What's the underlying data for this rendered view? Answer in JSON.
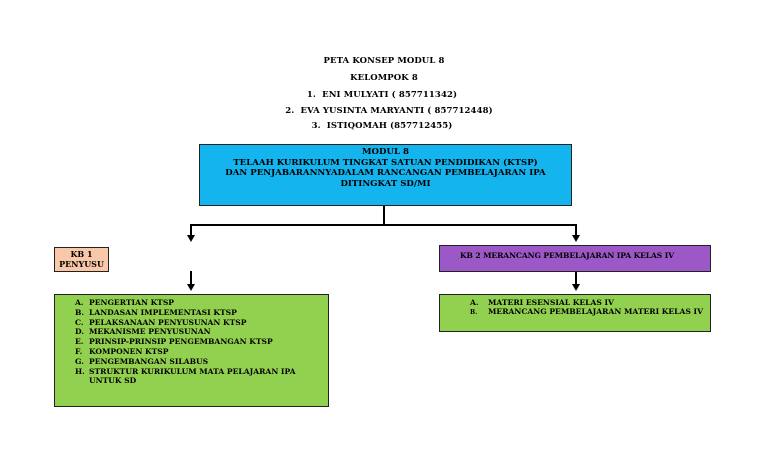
{
  "header": {
    "title": "PETA KONSEP MODUL 8",
    "group": "KELOMPOK 8",
    "members": [
      {
        "num": "1.",
        "text": "ENI MULYATI ( 857711342)"
      },
      {
        "num": "2.",
        "text": "EVA YUSINTA MARYANTI ( 857712448)"
      },
      {
        "num": "3.",
        "text": "ISTIQOMAH (857712455)"
      }
    ]
  },
  "module": {
    "lines": [
      "MODUL 8",
      "TELAAH KURIKULUM TINGKAT SATUAN PENDIDIKAN (KTSP)",
      "DAN PENJABARANNYADALAM RANCANGAN PEMBELAJARAN IPA",
      "DITINGKAT SD/MI"
    ]
  },
  "kb1": {
    "lines": [
      "KB 1",
      "PENYUSU"
    ],
    "items": [
      {
        "marker": "A.",
        "text": "PENGERTIAN KTSP"
      },
      {
        "marker": "B.",
        "text": "LANDASAN IMPLEMENTASI KTSP"
      },
      {
        "marker": "C.",
        "text": "PELAKSANAAN PENYUSUNAN KTSP"
      },
      {
        "marker": "D.",
        "text": "MEKANISME PENYUSUNAN"
      },
      {
        "marker": "E.",
        "text": "PRINSIP-PRINSIP PENGEMBANGAN KTSP"
      },
      {
        "marker": "F.",
        "text": "KOMPONEN KTSP"
      },
      {
        "marker": "G.",
        "text": "PENGEMBANGAN SILABUS"
      },
      {
        "marker": "H.",
        "text": "STRUKTUR KURIKULUM MATA PELAJARAN IPA"
      },
      {
        "marker": "",
        "text": "UNTUK SD"
      }
    ]
  },
  "kb2": {
    "label": "KB 2 MERANCANG PEMBELAJARAN IPA KELAS IV",
    "items": [
      {
        "marker": "A.",
        "text": "MATERI ESENSIAL KELAS IV"
      },
      {
        "marker": "B.",
        "text": "MERANCANG PEMBELAJARAN MATERI KELAS IV"
      }
    ]
  },
  "colors": {
    "module_fill": "#14b4ef",
    "kb1_fill": "#f8c8a8",
    "kb2_fill": "#9d58c8",
    "list_fill": "#92d050"
  }
}
